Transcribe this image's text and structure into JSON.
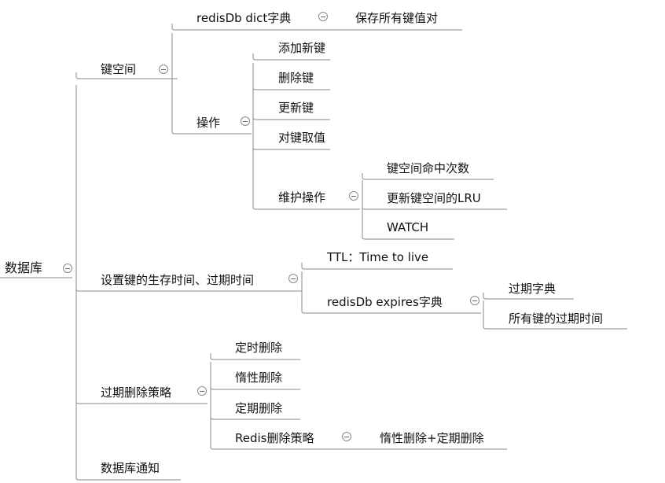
{
  "mindmap": {
    "root": {
      "label": "数据库"
    },
    "keyspace": {
      "label": "键空间"
    },
    "redisdb_dict": {
      "label": "redisDb dict字典"
    },
    "store_all": {
      "label": "保存所有键值对"
    },
    "operations": {
      "label": "操作"
    },
    "op_add": {
      "label": "添加新键"
    },
    "op_delete": {
      "label": "删除键"
    },
    "op_update": {
      "label": "更新键"
    },
    "op_get": {
      "label": "对键取值"
    },
    "maintain": {
      "label": "维护操作"
    },
    "m_hits": {
      "label": "键空间命中次数"
    },
    "m_lru": {
      "label": "更新键空间的LRU"
    },
    "m_watch": {
      "label": "WATCH"
    },
    "ttl_branch": {
      "label": "设置键的生存时间、过期时间"
    },
    "ttl": {
      "label": "TTL：Time to live"
    },
    "expires": {
      "label": "redisDb expires字典"
    },
    "expire_dict": {
      "label": "过期字典"
    },
    "expire_all": {
      "label": "所有键的过期时间"
    },
    "policy": {
      "label": "过期删除策略"
    },
    "p_timed": {
      "label": "定时删除"
    },
    "p_lazy": {
      "label": "惰性删除"
    },
    "p_periodic": {
      "label": "定期删除"
    },
    "p_redis": {
      "label": "Redis删除策略"
    },
    "p_redis_val": {
      "label": "惰性删除+定期删除"
    },
    "notify": {
      "label": "数据库通知"
    }
  },
  "colors": {
    "line": "#8a8a8a",
    "text": "#111111",
    "toggle": "#8a8a8a"
  }
}
